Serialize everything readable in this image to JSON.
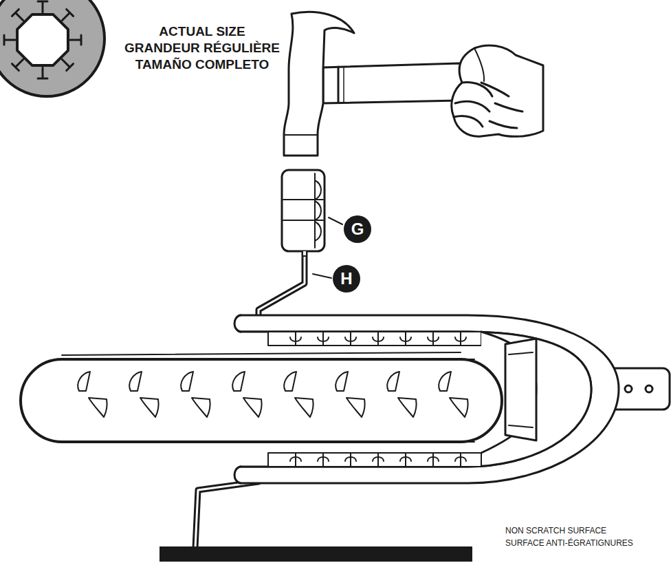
{
  "diagram": {
    "labels": [
      "ACTUAL SIZE",
      "GRANDEUR RÉGULIÈRE",
      "TAMAÑO COMPLETO",
      "G",
      "H",
      "NON SCRATCH SURFACE",
      "SURFACE ANTI-ÉGRATIGNURES"
    ]
  }
}
